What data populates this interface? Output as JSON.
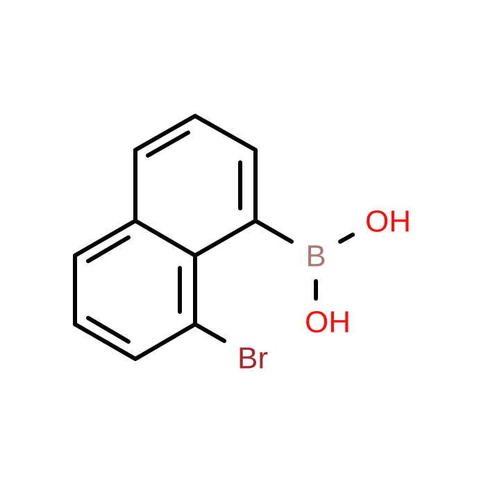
{
  "molecule": {
    "atoms": [
      {
        "id": "boron",
        "label": "B",
        "color": "#a67a7a"
      },
      {
        "id": "oh-upper",
        "label": "OH",
        "color": "#ff0d0d"
      },
      {
        "id": "oh-lower",
        "label": "OH",
        "color": "#ff0d0d"
      },
      {
        "id": "bromine",
        "label": "Br",
        "color": "#a62929"
      }
    ],
    "bond_color": "#000000",
    "ring_count": 2
  }
}
